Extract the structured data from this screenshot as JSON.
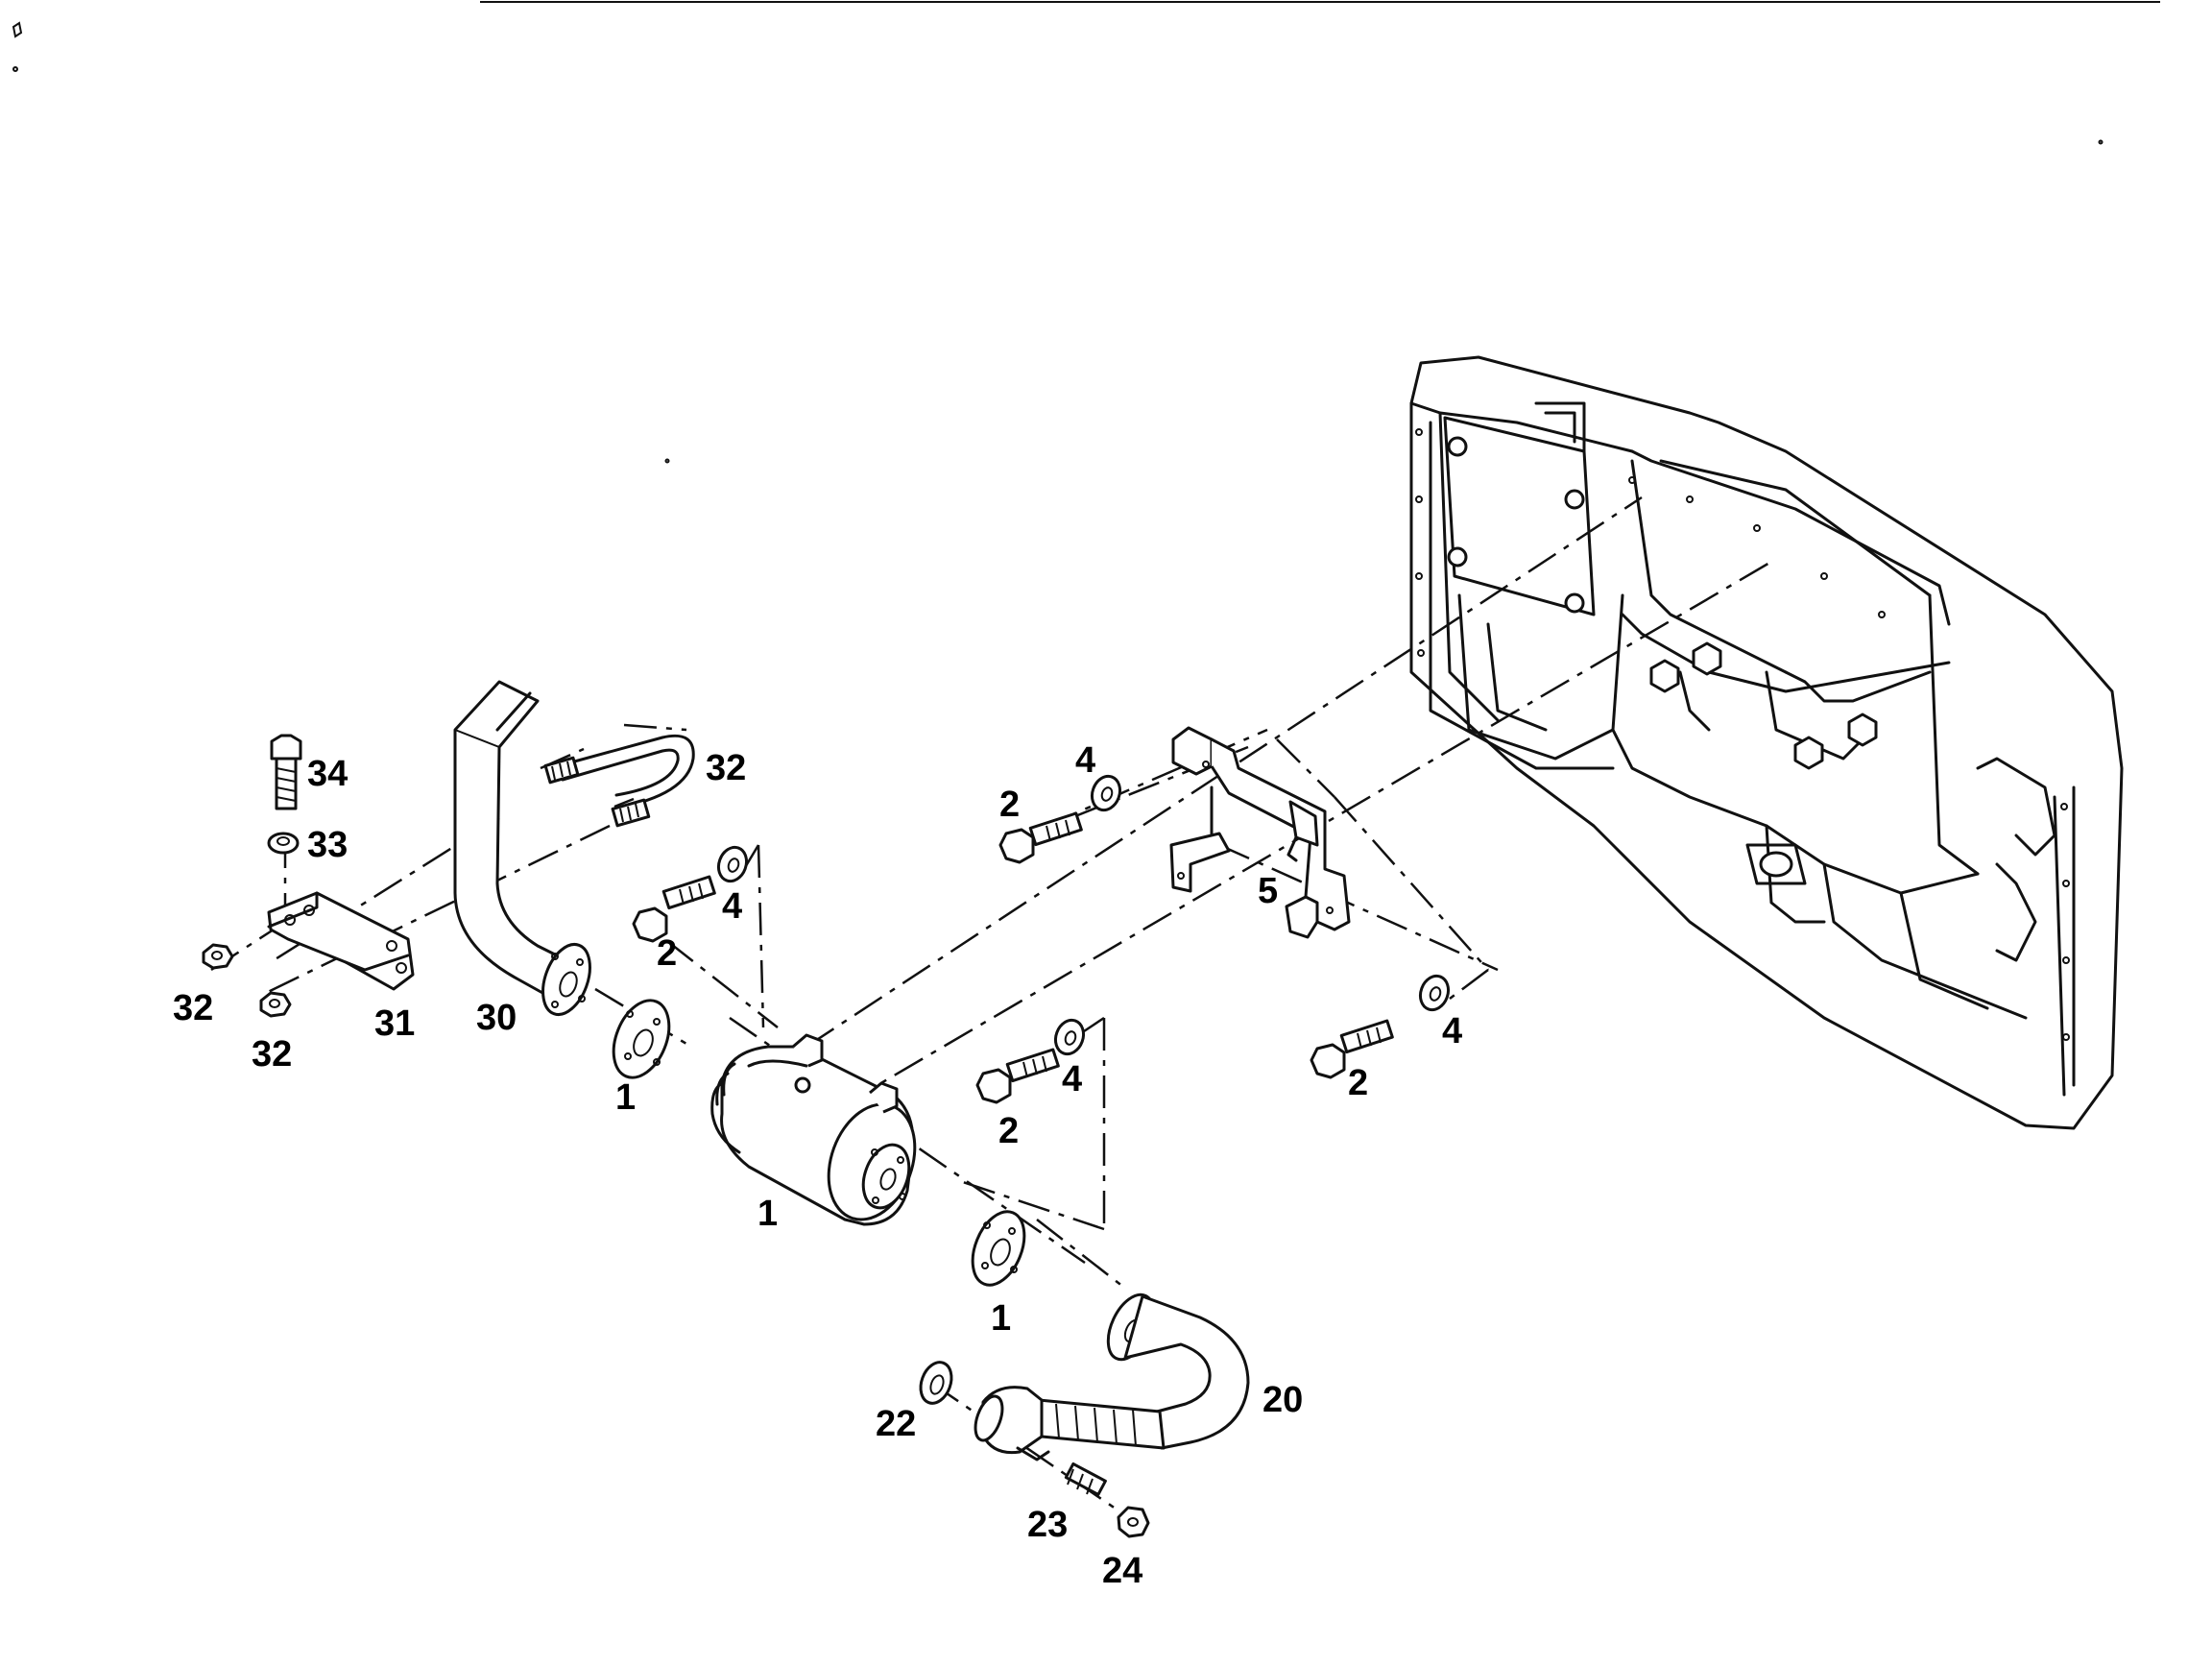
{
  "callouts": [
    {
      "id": "c1",
      "text": "1"
    },
    {
      "id": "c2",
      "text": "1"
    },
    {
      "id": "c3",
      "text": "1"
    },
    {
      "id": "c4",
      "text": "2"
    },
    {
      "id": "c5",
      "text": "2"
    },
    {
      "id": "c6",
      "text": "2"
    },
    {
      "id": "c7",
      "text": "2"
    },
    {
      "id": "c8",
      "text": "4"
    },
    {
      "id": "c9",
      "text": "4"
    },
    {
      "id": "c10",
      "text": "4"
    },
    {
      "id": "c11",
      "text": "4"
    },
    {
      "id": "c12",
      "text": "5"
    },
    {
      "id": "c13",
      "text": "20"
    },
    {
      "id": "c14",
      "text": "22"
    },
    {
      "id": "c15",
      "text": "23"
    },
    {
      "id": "c16",
      "text": "24"
    },
    {
      "id": "c17",
      "text": "30"
    },
    {
      "id": "c18",
      "text": "31"
    },
    {
      "id": "c19",
      "text": "32"
    },
    {
      "id": "c20",
      "text": "32"
    },
    {
      "id": "c21",
      "text": "32"
    },
    {
      "id": "c22",
      "text": "33"
    },
    {
      "id": "c23",
      "text": "34"
    }
  ],
  "colors": {
    "ink": "#111111",
    "paper": "#ffffff"
  }
}
